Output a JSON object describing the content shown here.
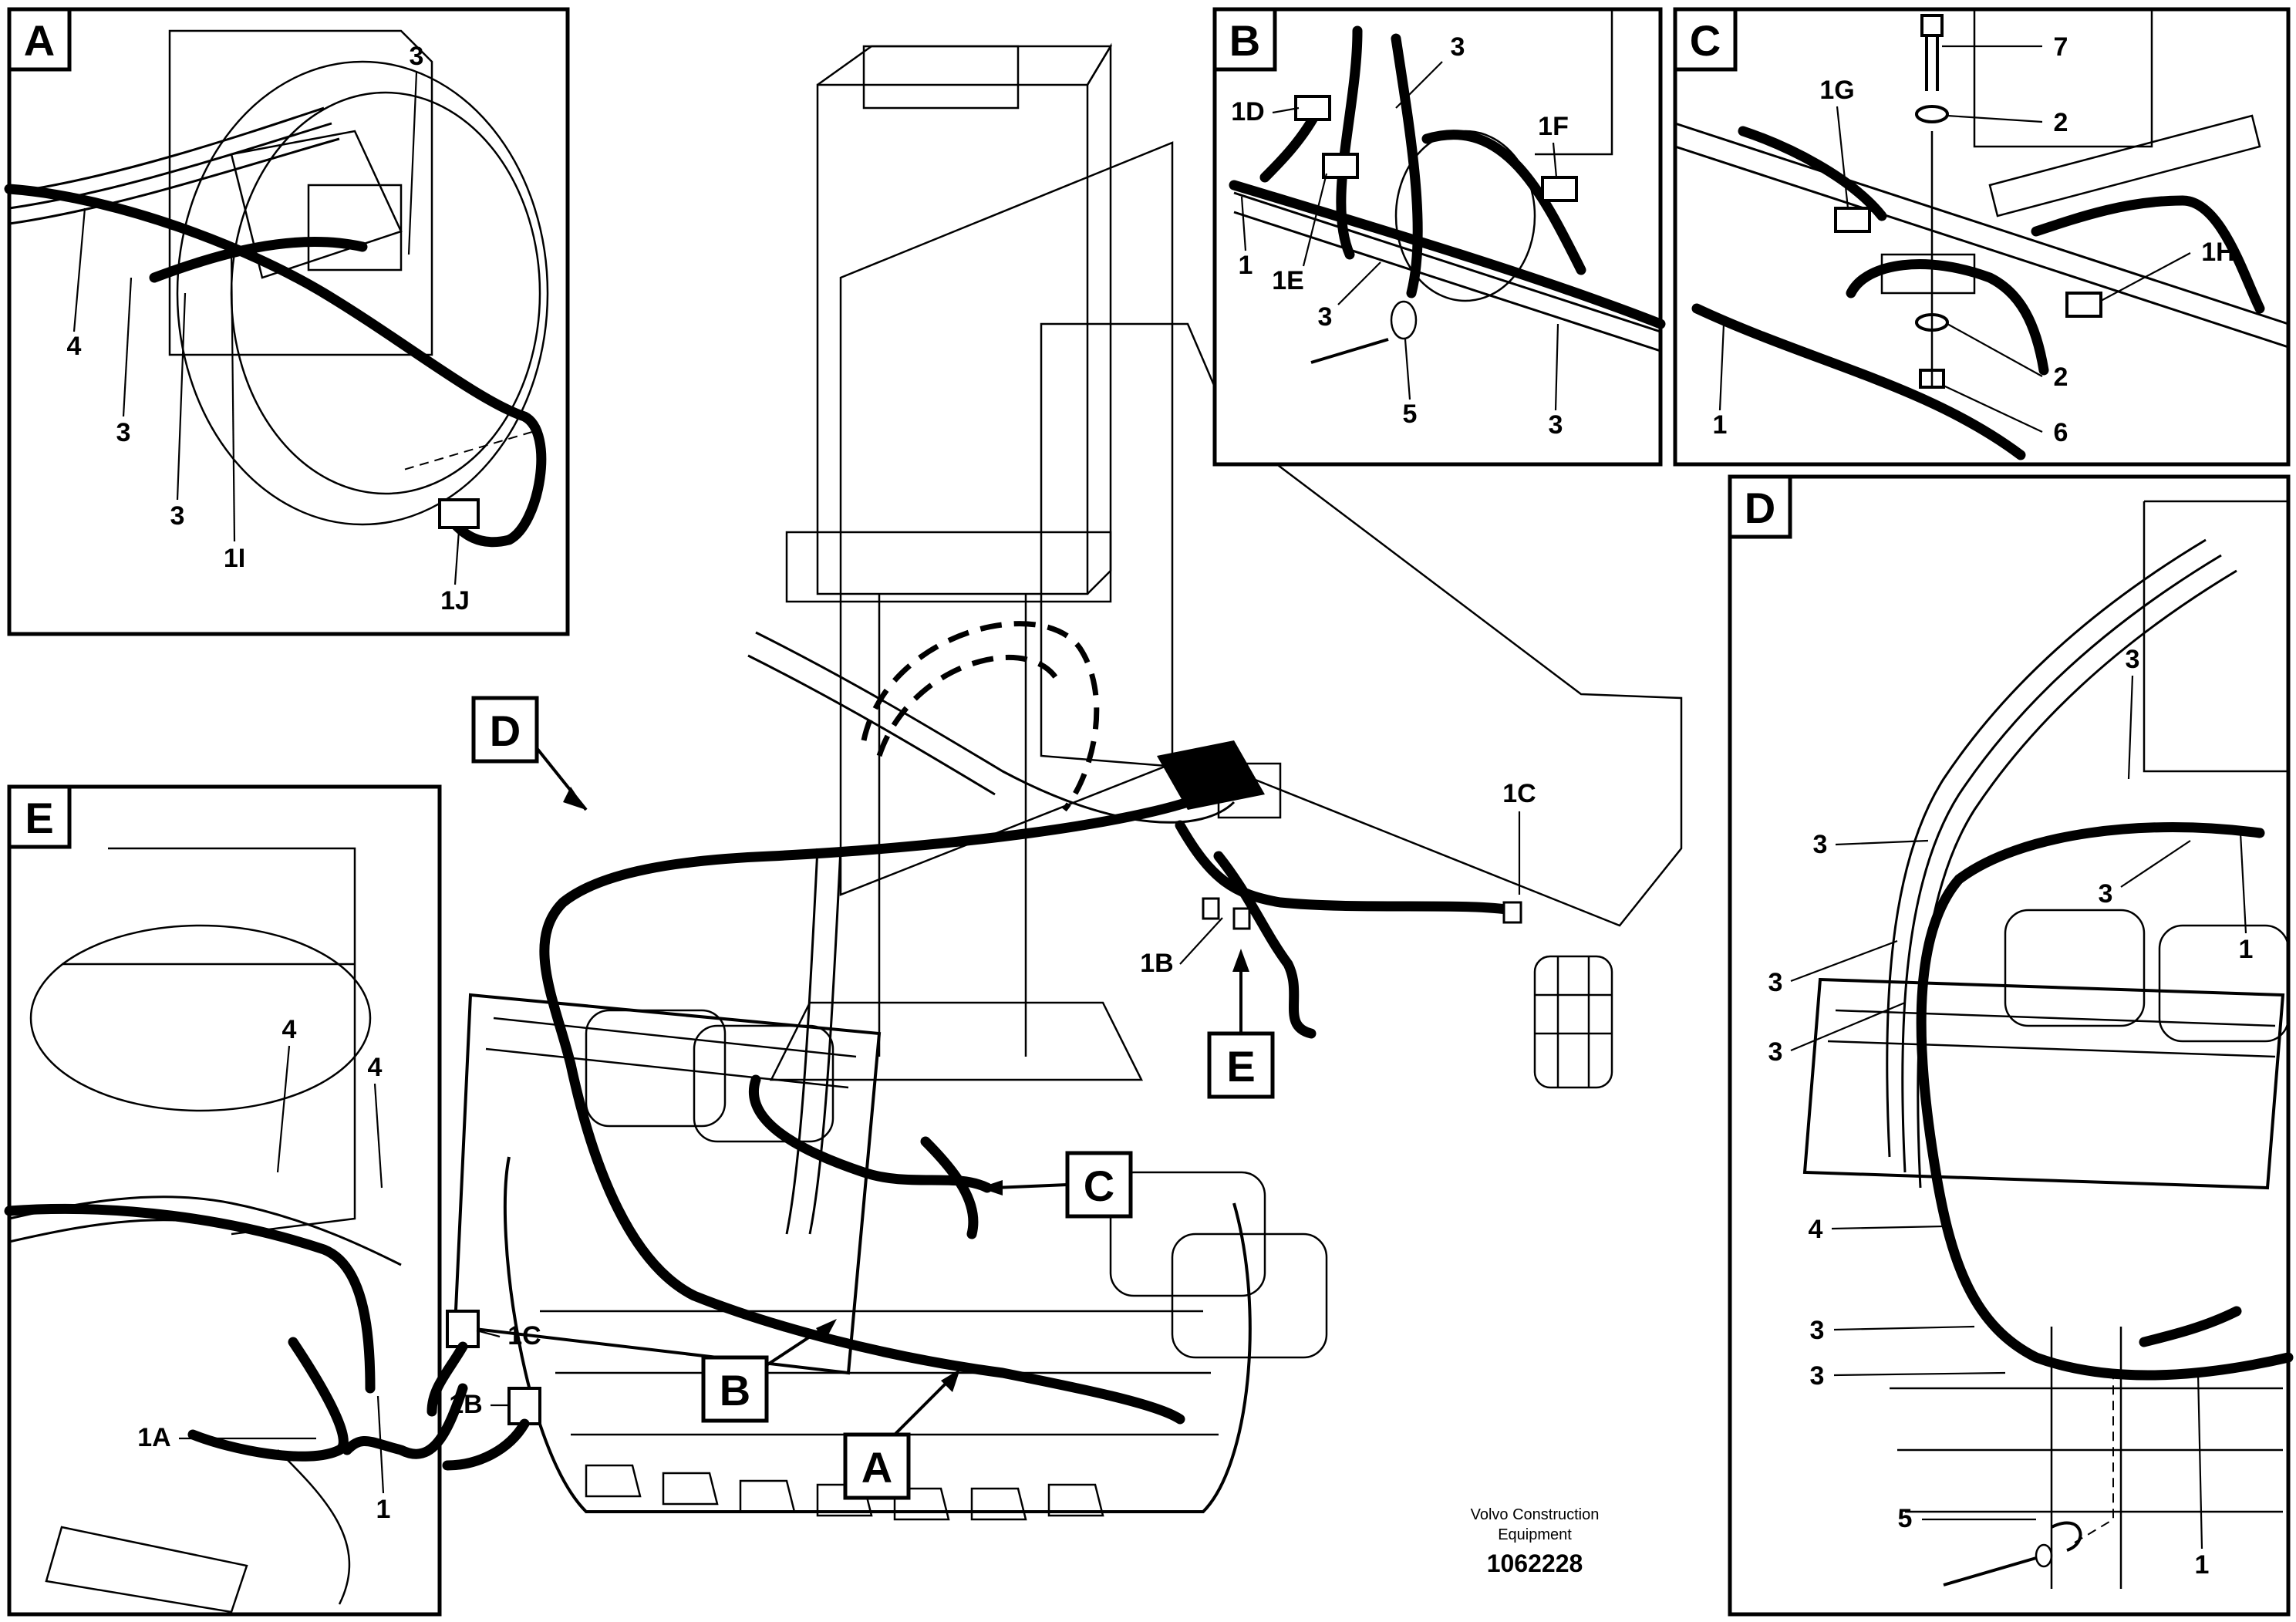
{
  "panels": {
    "A": {
      "tag": "A",
      "labels": [
        "3",
        "4",
        "3",
        "3",
        "1I",
        "1J"
      ]
    },
    "B": {
      "tag": "B",
      "labels": [
        "3",
        "1D",
        "1F",
        "1",
        "1E",
        "3",
        "5",
        "3"
      ]
    },
    "C": {
      "tag": "C",
      "labels": [
        "7",
        "1G",
        "2",
        "1H",
        "2",
        "1",
        "6"
      ]
    },
    "D": {
      "tag": "D",
      "labels": [
        "3",
        "3",
        "3",
        "1",
        "3",
        "3",
        "4",
        "3",
        "3",
        "5",
        "1"
      ]
    },
    "E": {
      "tag": "E",
      "labels": [
        "4",
        "4",
        "1C",
        "1B",
        "1A",
        "1"
      ]
    }
  },
  "overview": {
    "callouts": [
      "D",
      "E",
      "C",
      "B",
      "A"
    ],
    "labels": [
      "1C",
      "1B"
    ]
  },
  "footer": {
    "credit_line1": "Volvo Construction",
    "credit_line2": "Equipment",
    "doc_number": "1062228"
  }
}
